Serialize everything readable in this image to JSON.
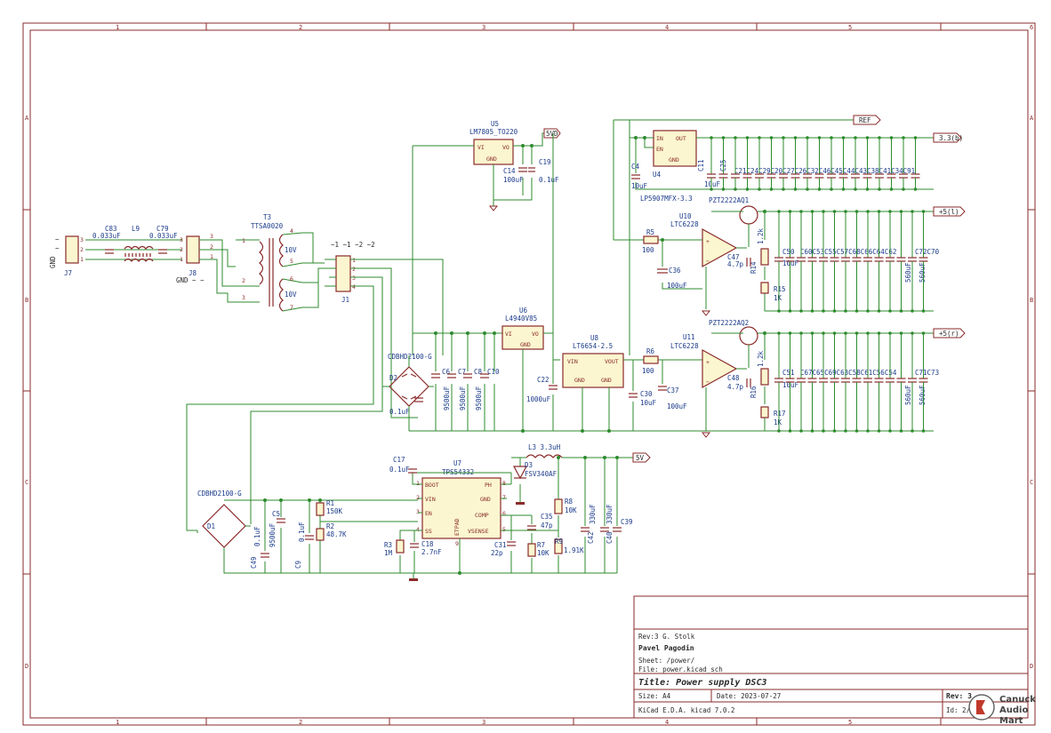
{
  "frame": {
    "cols": [
      "1",
      "2",
      "3",
      "4",
      "5",
      "6"
    ],
    "rows": [
      "A",
      "B",
      "C",
      "D"
    ]
  },
  "title_block": {
    "rev_line": "Rev:3 G. Stolk",
    "author": "Pavel Pagodin",
    "sheet": "Sheet: /power/",
    "file": "File: power.kicad_sch",
    "title": "Title: Power supply DSC3",
    "size": "Size: A4",
    "date": "Date: 2023-07-27",
    "rev": "Rev: 3",
    "tool": "KiCad E.D.A.  kicad 7.0.2",
    "id": "Id: 2/"
  },
  "watermark": {
    "line1": "Canuck",
    "line2": "Audio",
    "line3": "Mart"
  },
  "nets": {
    "ref": "REF",
    "v33": "3.3(b)",
    "v5l": "+5(l)",
    "v5r": "+5(r)",
    "v5vd": "5VD",
    "v5v": "5V"
  },
  "components": {
    "j7": "J7",
    "j7_pins": [
      "3",
      "2",
      "1"
    ],
    "j7_gnd": "GND",
    "j7_tilde1": "~",
    "j7_tilde2": "~",
    "c83": "C83",
    "c83_val": "0.033uF",
    "l9": "L9",
    "c79": "C79",
    "c79_val": "0.033uF",
    "j8": "J8",
    "j8_pins": [
      "3",
      "2",
      "1"
    ],
    "j8_gnd": "GND ~ ~",
    "t3": "T3",
    "t3_val": "TTSA0020",
    "t3_10v_a": "10V",
    "t3_10v_b": "10V",
    "t3_pins": [
      "1",
      "2",
      "3",
      "4",
      "5",
      "6",
      "7"
    ],
    "j1": "J1",
    "j1_header": "~1 ~1 ~2 ~2",
    "j1_pins": [
      "1",
      "2",
      "3",
      "4"
    ],
    "u5": "U5",
    "u5_val": "LM7805_TO220",
    "u5_vi": "VI",
    "u5_vo": "VO",
    "u5_gnd": "GND",
    "c14": "C14",
    "c14_val": "100uF",
    "c19": "C19",
    "c19_val": "0.1uF",
    "u4": "U4",
    "u4_val": "LP5907MFX-3.3",
    "u4_in": "IN",
    "u4_en": "EN",
    "u4_out": "OUT",
    "u4_gnd": "GND",
    "c4": "C4",
    "c4_val": "10uF",
    "c11": "C11",
    "c11_val": "10uF",
    "c25": "C25",
    "cap_row_33": "C21C24C29C20C27C26C32C46C45C44C43C38C41C34C91",
    "u10": "U10",
    "u10_val": "LTC6228",
    "u11": "U11",
    "u11_val": "LTC6228",
    "q1": "PZT2222AQ1",
    "q2": "PZT2222AQ2",
    "r5": "R5",
    "r5_val": "100",
    "r6": "R6",
    "r6_val": "100",
    "c36": "C36",
    "c36_val": "100uF",
    "c37": "C37",
    "c37_val": "100uF",
    "c47": "C47",
    "c47_val": "4.7p",
    "c48": "C48",
    "c48_val": "4.7p",
    "r14": "R14",
    "r14_val": "1.2k",
    "r16": "R16",
    "r16_val": "1.2k",
    "r15": "R15",
    "r15_val": "1K",
    "r17": "R17",
    "r17_val": "1K",
    "c50": "C50",
    "c50_val": "10uF",
    "c51": "C51",
    "c51_val": "10uF",
    "cap_row_5l": "C60C53C55C57C68C66C64C62",
    "cap_row_5l_end": "C72C70",
    "cap_5l_val": "560uF",
    "cap_5l_val2": "560uF",
    "cap_row_5r": "C67C65C69C63C58C61C56C54",
    "cap_row_5r_end": "C71C73",
    "cap_5r_val": "560uF",
    "cap_5r_val2": "560uF",
    "d2": "D2",
    "d2_val": "CDBHD2100-G",
    "d2_cap": "0.1uF",
    "c6": "C6",
    "c7": "C7",
    "c8": "C8",
    "c10": "C10",
    "c_9500": "9500uF",
    "u6": "U6",
    "u6_val": "L4940V85",
    "u6_vi": "VI",
    "u6_vo": "VO",
    "u6_gnd": "GND",
    "u8": "U8",
    "u8_val": "LT6654-2.5",
    "u8_vin": "VIN",
    "u8_vout": "VOUT",
    "u8_gnd": "GND",
    "c22": "C22",
    "c22_val": "1000uF",
    "c30": "C30",
    "c30_val": "10uF",
    "d1": "D1",
    "d1_val": "CDBHD2100-G",
    "c49": "C49",
    "c49_val": "0.1uF",
    "c5": "C5",
    "c5_val": "9500uF",
    "c9": "C9",
    "c9_val": "0.1uF",
    "r1": "R1",
    "r1_val": "150K",
    "r2": "R2",
    "r2_val": "48.7K",
    "r3": "R3",
    "r3_val": "1M",
    "c18": "C18",
    "c18_val": "2.7nF",
    "c17": "C17",
    "c17_val": "0.1uF",
    "u7": "U7",
    "u7_val": "TPS54332",
    "u7_pins": {
      "boot": "BOOT",
      "vin": "VIN",
      "en": "EN",
      "ss": "SS",
      "ph": "PH",
      "gnd": "GND",
      "comp": "COMP",
      "vsense": "VSENSE",
      "etpad": "ETPAD"
    },
    "l3": "L3 3.3uH",
    "d3": "D3",
    "d3_val": "FSV340AF",
    "c35": "C35",
    "c35_val": "47p",
    "c31": "C31",
    "c31_val": "22p",
    "r7": "R7",
    "r7_val": "10K",
    "r8": "R8",
    "r8_val": "10K",
    "r9": "R9",
    "r9_val": "1.91K",
    "c42": "C42",
    "c42_val": "330uF",
    "c40": "C40",
    "c40_val": "330uF",
    "c39": "C39"
  }
}
